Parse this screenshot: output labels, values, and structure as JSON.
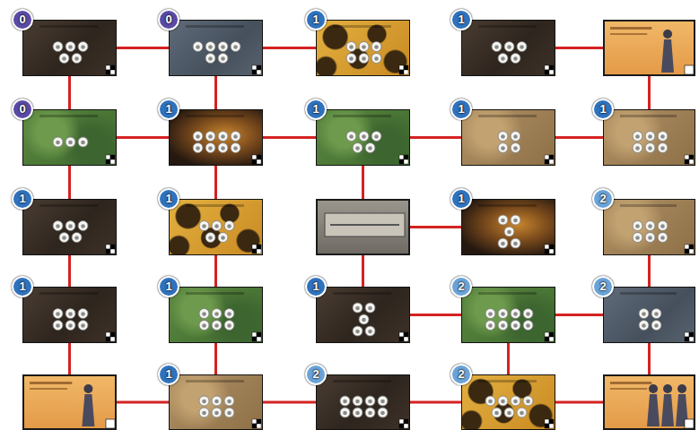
{
  "diagram": {
    "nodes": [
      {
        "text": [
          "0"
        ]
      },
      {
        "text": [
          "0"
        ]
      },
      {
        "text": [
          "1"
        ]
      },
      {
        "text": [
          "1"
        ]
      },
      {
        "text": []
      },
      {
        "text": [
          "0"
        ]
      },
      {
        "text": [
          "1"
        ]
      },
      {
        "text": [
          "1"
        ]
      },
      {
        "text": [
          "1"
        ]
      },
      {
        "text": [
          "1"
        ]
      },
      {
        "text": [
          "1"
        ]
      },
      {
        "text": [
          "1"
        ]
      },
      {
        "text": []
      },
      {
        "text": [
          "1"
        ]
      },
      {
        "text": [
          "2"
        ]
      },
      {
        "text": [
          "1"
        ]
      },
      {
        "text": [
          "1"
        ]
      },
      {
        "text": [
          "1"
        ]
      },
      {
        "text": [
          "2"
        ]
      },
      {
        "text": [
          "2"
        ]
      },
      {
        "text": []
      },
      {
        "text": [
          "1"
        ]
      },
      {
        "text": [
          "2"
        ]
      },
      {
        "text": [
          "2"
        ]
      },
      {
        "text": []
      }
    ],
    "edges": [
      {
        "from": 0,
        "to": 1,
        "arrow": "none"
      },
      {
        "from": 1,
        "to": 2,
        "arrow": "none"
      },
      {
        "from": 3,
        "to": 4,
        "arrow": "none"
      },
      {
        "from": 0,
        "to": 5,
        "arrow": "none"
      },
      {
        "from": 1,
        "to": 6,
        "arrow": "none"
      },
      {
        "from": 4,
        "to": 9,
        "arrow": "none"
      },
      {
        "from": 5,
        "to": 6,
        "arrow": "none"
      },
      {
        "from": 6,
        "to": 7,
        "arrow": "none"
      },
      {
        "from": 7,
        "to": 8,
        "arrow": "none"
      },
      {
        "from": 8,
        "to": 9,
        "arrow": "none"
      },
      {
        "from": 5,
        "to": 10,
        "arrow": "none"
      },
      {
        "from": 6,
        "to": 11,
        "arrow": "none"
      },
      {
        "from": 7,
        "to": 12,
        "arrow": "none"
      },
      {
        "from": 12,
        "to": 13,
        "arrow": "none"
      },
      {
        "from": 10,
        "to": 15,
        "arrow": "none"
      },
      {
        "from": 11,
        "to": 16,
        "arrow": "none"
      },
      {
        "from": 12,
        "to": 17,
        "arrow": "none"
      },
      {
        "from": 14,
        "to": 19,
        "arrow": "none"
      },
      {
        "from": 17,
        "to": 18,
        "arrow": "none"
      },
      {
        "from": 18,
        "to": 19,
        "arrow": "none"
      },
      {
        "from": 15,
        "to": 20,
        "arrow": "none"
      },
      {
        "from": 16,
        "to": 21,
        "arrow": "none"
      },
      {
        "from": 18,
        "to": 23,
        "arrow": "none"
      },
      {
        "from": 19,
        "to": 24,
        "arrow": "none"
      },
      {
        "from": 20,
        "to": 21,
        "arrow": "none"
      },
      {
        "from": 21,
        "to": 22,
        "arrow": "none"
      },
      {
        "from": 22,
        "to": 23,
        "arrow": "none"
      },
      {
        "from": 23,
        "to": 24,
        "arrow": "none"
      }
    ]
  }
}
